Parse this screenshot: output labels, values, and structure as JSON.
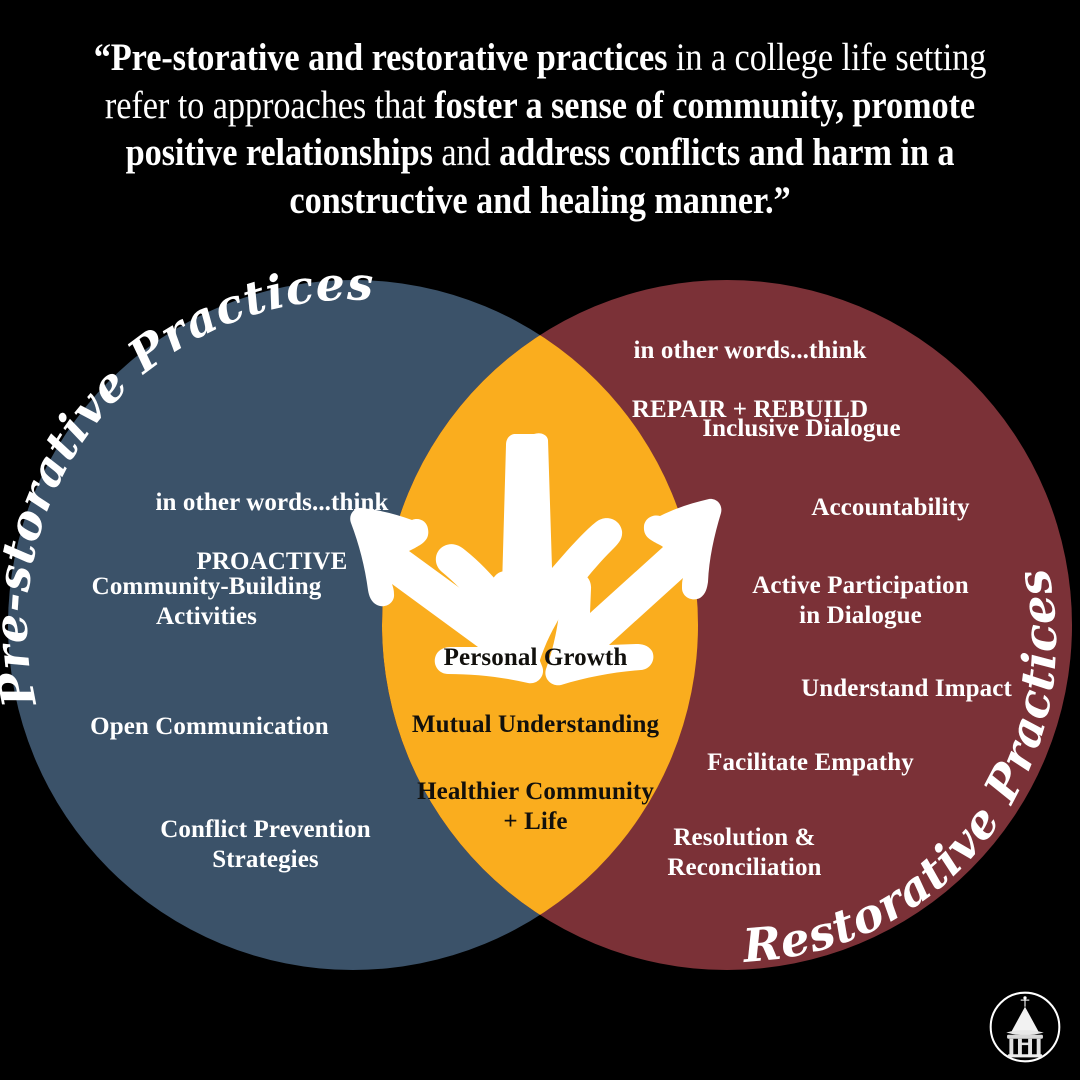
{
  "heading": {
    "segments": [
      {
        "text": "“Pre-storative and restorative practices",
        "bold": true
      },
      {
        "text": " in a college life setting refer to approaches that ",
        "bold": false
      },
      {
        "text": "foster a sense of community, promote positive relationships",
        "bold": true
      },
      {
        "text": " and ",
        "bold": false
      },
      {
        "text": "address conflicts and harm in a constructive and healing manner.”",
        "bold": true
      }
    ],
    "full_text": "“Pre-storative and restorative practices in a college life setting refer to approaches that foster a sense of community, promote positive relationships and address conflicts and harm in a constructive and healing manner.”"
  },
  "colors": {
    "background": "#000000",
    "left_circle": "#3B5269",
    "right_circle": "#7B3137",
    "overlap": "#FAAD1E",
    "text_light": "#FFFFFF",
    "text_dark": "#12100C"
  },
  "left_circle": {
    "title": "Pre-storative Practices",
    "tagline_line1": "in other words...think",
    "tagline_line2": "PROACTIVE",
    "items": [
      "Community-Building\nActivities",
      "Open Communication",
      "Conflict Prevention\nStrategies"
    ]
  },
  "right_circle": {
    "title": "Restorative Practices",
    "tagline_line1": "in other words...think",
    "tagline_line2": "REPAIR + REBUILD",
    "items": [
      "Inclusive Dialogue",
      "Accountability",
      "Active Participation\nin Dialogue",
      "Understand Impact",
      "Facilitate Empathy",
      "Resolution &\nReconciliation"
    ]
  },
  "overlap": {
    "items": [
      "Personal Growth",
      "Mutual Understanding",
      "Healthier Community\n+ Life"
    ]
  },
  "logo": {
    "name": "cupola-bell-tower-logo"
  }
}
